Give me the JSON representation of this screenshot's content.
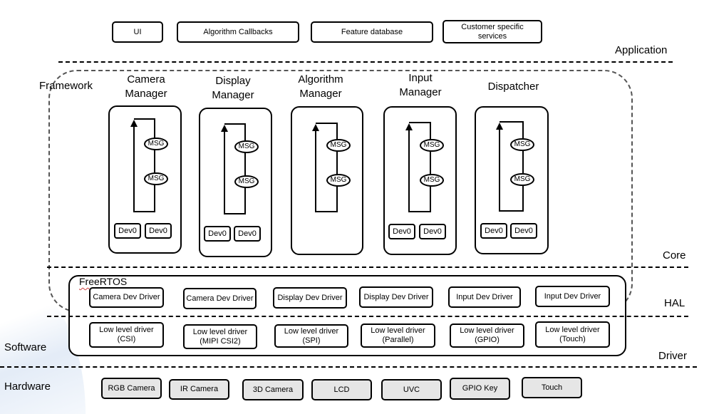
{
  "application_boxes": [
    "UI",
    "Algorithm Callbacks",
    "Feature database",
    "Customer specific\nservices"
  ],
  "layer_labels": {
    "application": "Application",
    "framework": "Framework",
    "core": "Core",
    "hal": "HAL",
    "driver": "Driver",
    "software": "Software",
    "hardware": "Hardware",
    "freertos": "FreeRTOS"
  },
  "managers": [
    {
      "title": "Camera\nManager",
      "msg": "MSG",
      "devs": [
        "Dev0",
        "Dev0"
      ]
    },
    {
      "title": "Display\nManager",
      "msg": "MSG",
      "devs": [
        "Dev0",
        "Dev0"
      ]
    },
    {
      "title": "Algorithm\nManager",
      "msg": "MSG",
      "devs": []
    },
    {
      "title": "Input\nManager",
      "msg": "MSG",
      "devs": [
        "Dev0",
        "Dev0"
      ]
    },
    {
      "title": "Dispatcher",
      "msg": "MSG",
      "devs": [
        "Dev0",
        "Dev0"
      ]
    }
  ],
  "hal_drivers": [
    "Camera Dev Driver",
    "Camera Dev Driver",
    "Display Dev Driver",
    "Display Dev Driver",
    "Input Dev Driver",
    "Input Dev Driver"
  ],
  "low_level_drivers": [
    "Low level driver\n(CSI)",
    "Low level driver\n(MIPI CSI2)",
    "Low level driver\n(SPI)",
    "Low level driver\n(Parallel)",
    "Low level driver\n(GPIO)",
    "Low level driver\n(Touch)"
  ],
  "hardware": [
    "RGB Camera",
    "IR Camera",
    "3D Camera",
    "LCD",
    "UVC",
    "GPIO Key",
    "Touch"
  ]
}
